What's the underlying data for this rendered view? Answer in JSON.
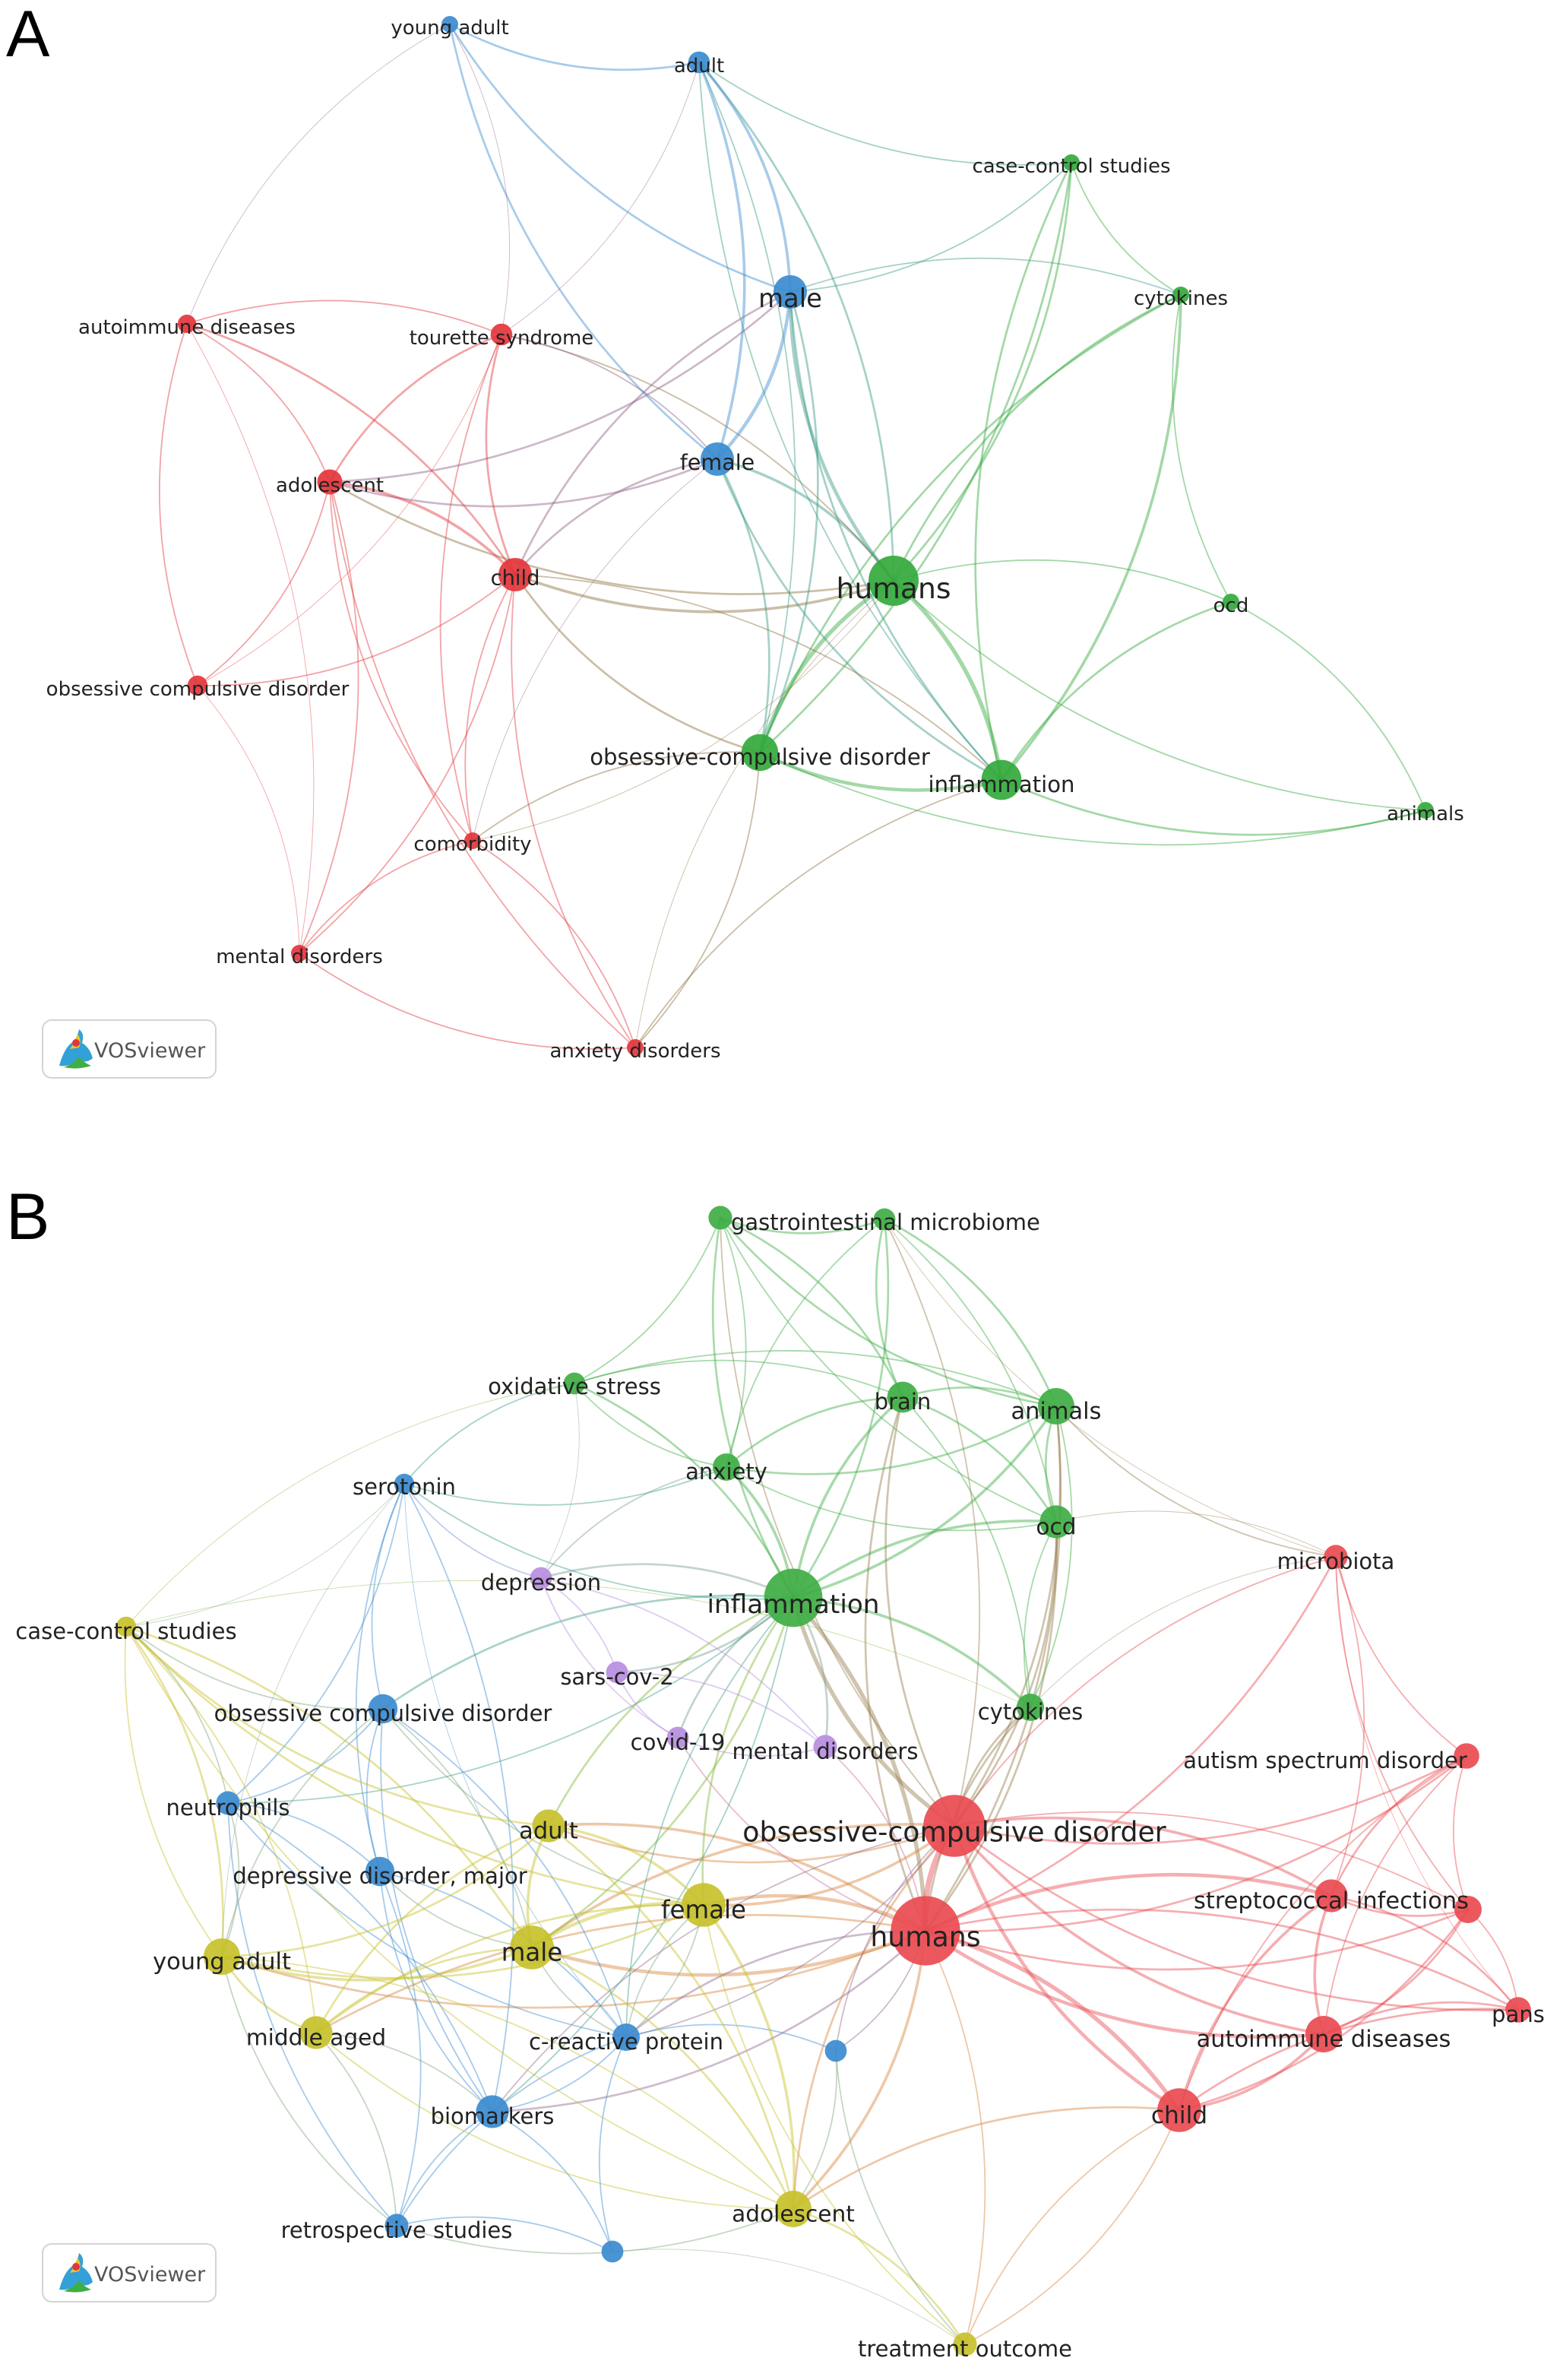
{
  "panels": [
    {
      "letter": "A",
      "badge": "VOSviewer",
      "clusters": {
        "red": "#e3353c",
        "green": "#34a93c",
        "blue": "#3b8bd0"
      },
      "nodes": [
        {
          "id": "young_adult",
          "label": "young adult",
          "cluster": "blue",
          "size": 1
        },
        {
          "id": "adult",
          "label": "adult",
          "cluster": "blue",
          "size": 1.3
        },
        {
          "id": "male",
          "label": "male",
          "cluster": "blue",
          "size": 2
        },
        {
          "id": "female",
          "label": "female",
          "cluster": "blue",
          "size": 2
        },
        {
          "id": "case_control",
          "label": "case-control studies",
          "cluster": "green",
          "size": 1
        },
        {
          "id": "cytokines",
          "label": "cytokines",
          "cluster": "green",
          "size": 1
        },
        {
          "id": "humans",
          "label": "humans",
          "cluster": "green",
          "size": 3
        },
        {
          "id": "ocd_abbr",
          "label": "ocd",
          "cluster": "green",
          "size": 1
        },
        {
          "id": "ocd_hyph",
          "label": "obsessive-compulsive disorder",
          "cluster": "green",
          "size": 2.2
        },
        {
          "id": "inflammation",
          "label": "inflammation",
          "cluster": "green",
          "size": 2.4
        },
        {
          "id": "animals",
          "label": "animals",
          "cluster": "green",
          "size": 1
        },
        {
          "id": "autoimmune",
          "label": "autoimmune diseases",
          "cluster": "red",
          "size": 1.1
        },
        {
          "id": "tourette",
          "label": "tourette syndrome",
          "cluster": "red",
          "size": 1.3
        },
        {
          "id": "adolescent",
          "label": "adolescent",
          "cluster": "red",
          "size": 1.5
        },
        {
          "id": "child",
          "label": "child",
          "cluster": "red",
          "size": 2
        },
        {
          "id": "ocd_space",
          "label": "obsessive compulsive disorder",
          "cluster": "red",
          "size": 1.2
        },
        {
          "id": "comorbidity",
          "label": "comorbidity",
          "cluster": "red",
          "size": 1
        },
        {
          "id": "mental",
          "label": "mental disorders",
          "cluster": "red",
          "size": 1
        },
        {
          "id": "anxiety",
          "label": "anxiety disorders",
          "cluster": "red",
          "size": 1
        }
      ]
    },
    {
      "letter": "B",
      "badge": "VOSviewer",
      "clusters": {
        "red": "#e94b51",
        "green": "#3fae44",
        "blue": "#3b8bd0",
        "yellow": "#c7c12a",
        "purple": "#b78ee0"
      },
      "nodes": [
        {
          "id": "gi",
          "label": "gastrointestinal microbiome",
          "cluster": "green",
          "size": 1.3
        },
        {
          "id": "gi2",
          "label": "",
          "cluster": "green",
          "size": 1.2
        },
        {
          "id": "oxidative",
          "label": "oxidative stress",
          "cluster": "green",
          "size": 1.2
        },
        {
          "id": "brain",
          "label": "brain",
          "cluster": "green",
          "size": 1.7
        },
        {
          "id": "animals",
          "label": "animals",
          "cluster": "green",
          "size": 2
        },
        {
          "id": "anxiety",
          "label": "anxiety",
          "cluster": "green",
          "size": 1.5
        },
        {
          "id": "ocd_abbr",
          "label": "ocd",
          "cluster": "green",
          "size": 1.8
        },
        {
          "id": "inflammation",
          "label": "inflammation",
          "cluster": "green",
          "size": 3.2
        },
        {
          "id": "cytokines",
          "label": "cytokines",
          "cluster": "green",
          "size": 1.5
        },
        {
          "id": "serotonin",
          "label": "serotonin",
          "cluster": "blue",
          "size": 1.1
        },
        {
          "id": "ocd_space",
          "label": "obsessive compulsive disorder",
          "cluster": "blue",
          "size": 1.6
        },
        {
          "id": "neutrophils",
          "label": "neutrophils",
          "cluster": "blue",
          "size": 1.3
        },
        {
          "id": "depressive",
          "label": "depressive disorder, major",
          "cluster": "blue",
          "size": 1.6
        },
        {
          "id": "crp",
          "label": "c-reactive protein",
          "cluster": "blue",
          "size": 1.5
        },
        {
          "id": "biomarkers",
          "label": "biomarkers",
          "cluster": "blue",
          "size": 1.8
        },
        {
          "id": "retro",
          "label": "retrospective studies",
          "cluster": "blue",
          "size": 1.3
        },
        {
          "id": "blue_dot1",
          "label": "",
          "cluster": "blue",
          "size": 1.2
        },
        {
          "id": "blue_dot2",
          "label": "",
          "cluster": "blue",
          "size": 1.2
        },
        {
          "id": "depression",
          "label": "depression",
          "cluster": "purple",
          "size": 1.2
        },
        {
          "id": "sarscov2",
          "label": "sars-cov-2",
          "cluster": "purple",
          "size": 1.2
        },
        {
          "id": "covid19",
          "label": "covid-19",
          "cluster": "purple",
          "size": 1.2
        },
        {
          "id": "mental",
          "label": "mental disorders",
          "cluster": "purple",
          "size": 1.3
        },
        {
          "id": "case_control",
          "label": "case-control studies",
          "cluster": "yellow",
          "size": 1.1
        },
        {
          "id": "adult",
          "label": "adult",
          "cluster": "yellow",
          "size": 1.8
        },
        {
          "id": "female",
          "label": "female",
          "cluster": "yellow",
          "size": 2.4
        },
        {
          "id": "male",
          "label": "male",
          "cluster": "yellow",
          "size": 2.4
        },
        {
          "id": "young_adult",
          "label": "young adult",
          "cluster": "yellow",
          "size": 2
        },
        {
          "id": "middle_aged",
          "label": "middle aged",
          "cluster": "yellow",
          "size": 1.8
        },
        {
          "id": "adolescent",
          "label": "adolescent",
          "cluster": "yellow",
          "size": 2
        },
        {
          "id": "treatment",
          "label": "treatment outcome",
          "cluster": "yellow",
          "size": 1.3
        },
        {
          "id": "ocd_hyph",
          "label": "obsessive-compulsive disorder",
          "cluster": "red",
          "size": 3.4
        },
        {
          "id": "humans",
          "label": "humans",
          "cluster": "red",
          "size": 3.8
        },
        {
          "id": "microbiota",
          "label": "microbiota",
          "cluster": "red",
          "size": 1.3
        },
        {
          "id": "autism",
          "label": "autism spectrum disorder",
          "cluster": "red",
          "size": 1.4
        },
        {
          "id": "strep",
          "label": "streptococcal infections",
          "cluster": "red",
          "size": 1.8
        },
        {
          "id": "red_dot",
          "label": "",
          "cluster": "red",
          "size": 1.5
        },
        {
          "id": "pans",
          "label": "pans",
          "cluster": "red",
          "size": 1.4
        },
        {
          "id": "autoimmune",
          "label": "autoimmune diseases",
          "cluster": "red",
          "size": 2
        },
        {
          "id": "child",
          "label": "child",
          "cluster": "red",
          "size": 2.4
        }
      ]
    }
  ]
}
